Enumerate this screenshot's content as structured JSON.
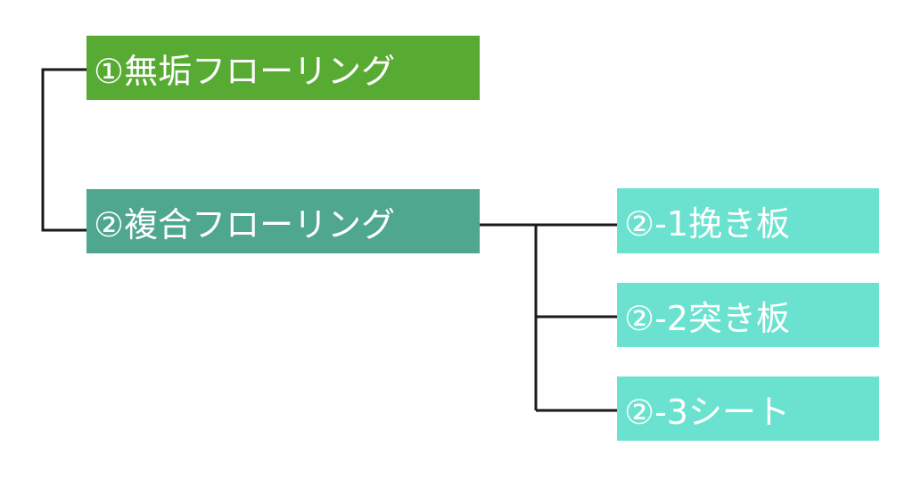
{
  "nodes": {
    "n1": "①無垢フローリング",
    "n2": "②複合フローリング",
    "n2_1": "②-1挽き板",
    "n2_2": "②-2突き板",
    "n2_3": "②-3シート"
  },
  "colors": {
    "level1_solid": "#57ab33",
    "level1_composite": "#4ea78e",
    "level2": "#6be2d0",
    "connector": "#1a1a1a",
    "text": "#ffffff"
  }
}
